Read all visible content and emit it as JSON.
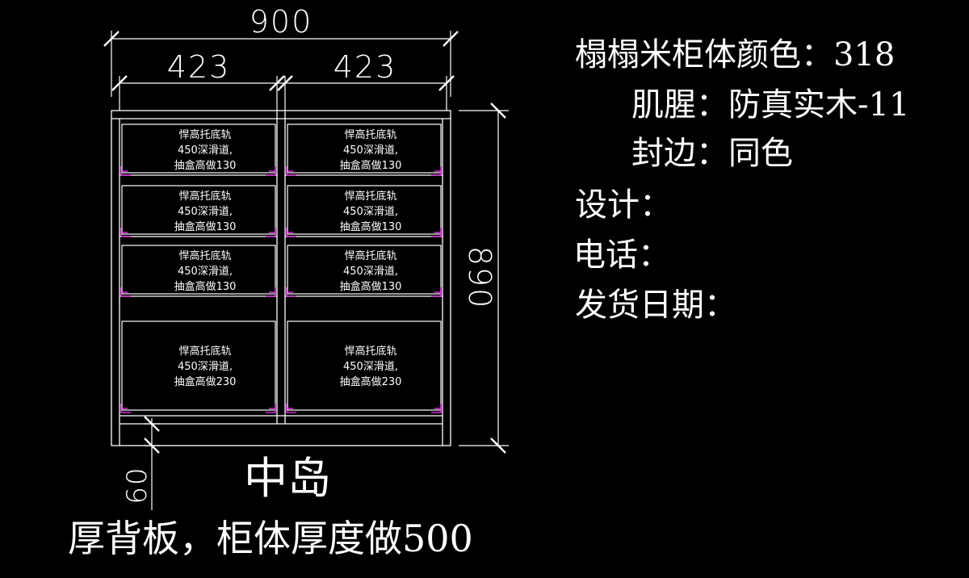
{
  "dimensions": {
    "overall_width": "900",
    "left_width": "423",
    "right_width": "423",
    "height": "890",
    "plinth": "60"
  },
  "drawer_note_upper": [
    "悍高托底轨",
    "450深滑道,",
    "抽盒高做130"
  ],
  "drawer_note_lower": [
    "悍高托底轨",
    "450深滑道,",
    "抽盒高做230"
  ],
  "specs": {
    "color_line": "榻榻米柜体颜色：318",
    "skin_line": "肌腥：防真实木-11",
    "edge_line": "封边：同色",
    "design_line": "设计：",
    "phone_line": "电话：",
    "ship_line": "发货日期："
  },
  "label_center": "中岛",
  "label_bottom": "厚背板，柜体厚度做500",
  "colors": {
    "background": "#000000",
    "lines": "#ffffff",
    "hardware": "#ff33ff"
  }
}
